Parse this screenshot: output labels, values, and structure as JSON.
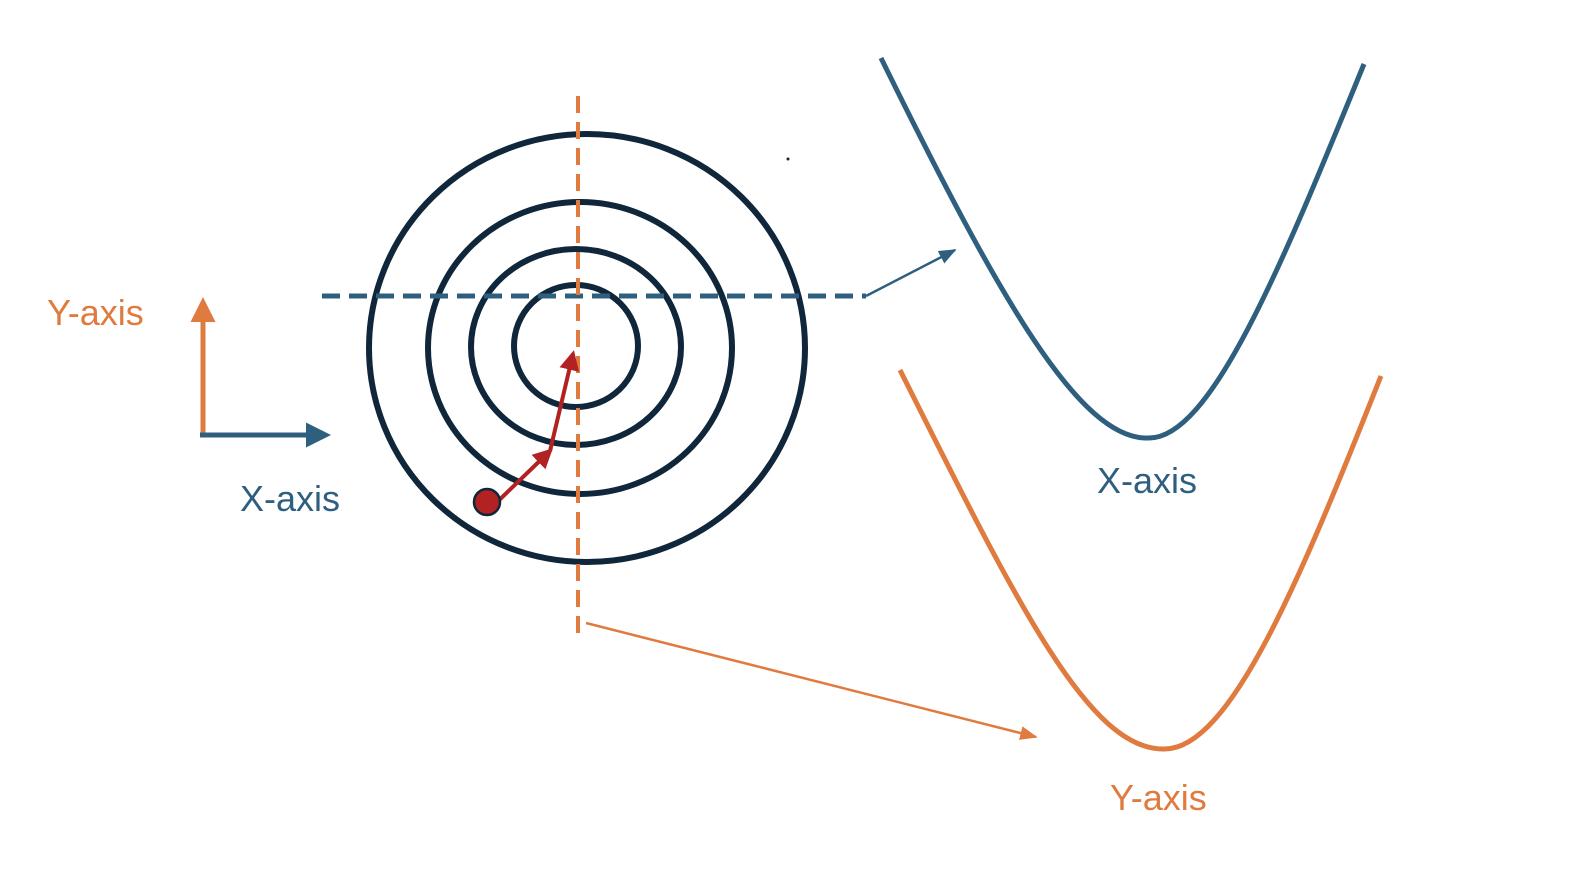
{
  "colors": {
    "blue": "#2f5f7f",
    "orange": "#e07b40",
    "dark": "#10263a",
    "red": "#b22222"
  },
  "axis_legend": {
    "y_label": "Y-axis",
    "x_label": "X-axis"
  },
  "contour_plot": {
    "ring_count": 4
  },
  "cross_sections": {
    "x_curve_label": "X-axis",
    "y_curve_label": "Y-axis"
  }
}
